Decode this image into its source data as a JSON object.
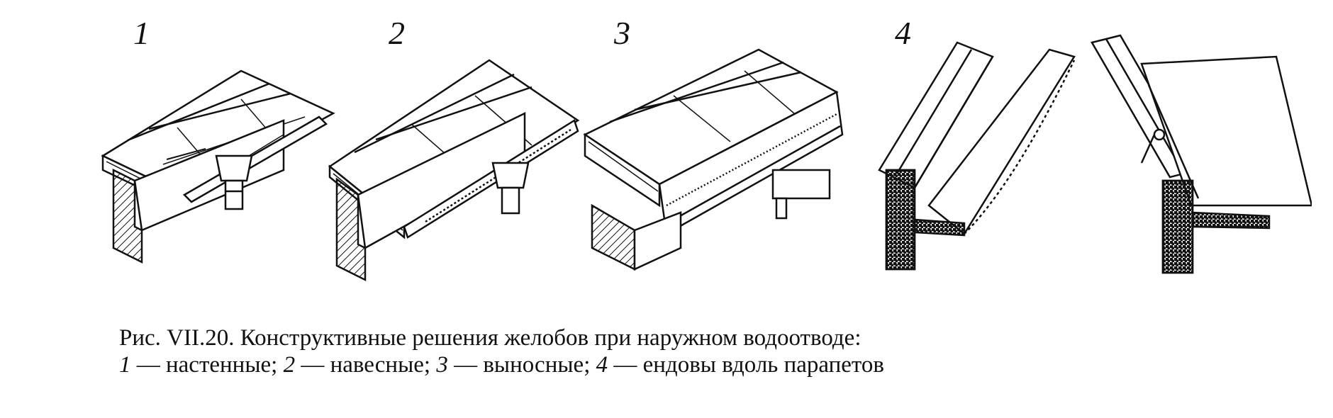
{
  "figure": {
    "panels": [
      {
        "number": "1",
        "label": "настенные"
      },
      {
        "number": "2",
        "label": "навесные"
      },
      {
        "number": "3",
        "label": "выносные"
      },
      {
        "number": "4",
        "label": "ендовы вдоль парапетов"
      }
    ],
    "caption": {
      "title": "Рис. VII.20. Конструктивные решения желобов при наружном водоотводе:",
      "dash": " — ",
      "sep": "; "
    }
  }
}
